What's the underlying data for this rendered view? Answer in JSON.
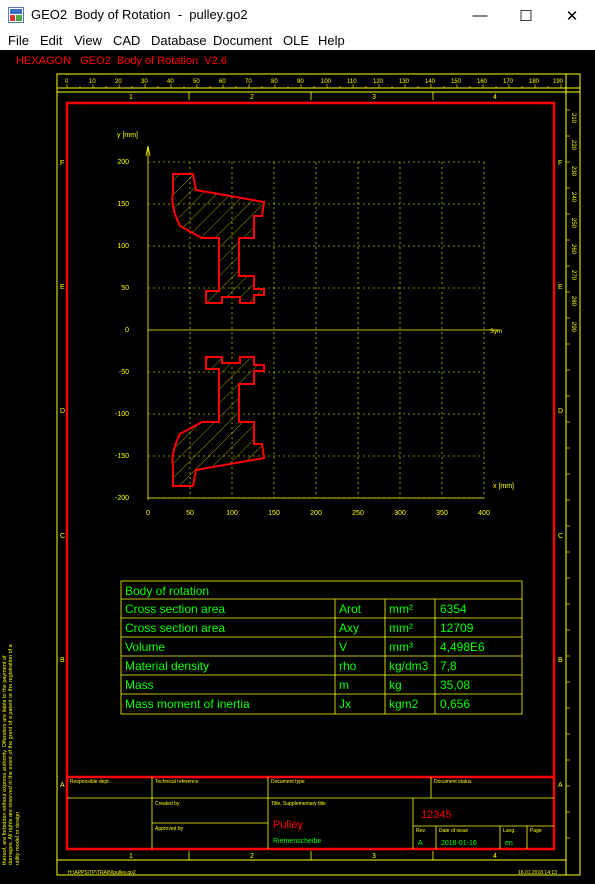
{
  "window": {
    "title": "GEO2  Body of Rotation  -  pulley.go2",
    "minimize": "—",
    "maximize": "☐",
    "close": "✕"
  },
  "menu": [
    "File",
    "Edit",
    "View",
    "CAD",
    "Database",
    "Document",
    "OLE",
    "Help"
  ],
  "drawing": {
    "header": "HEXAGON   GEO2  Body of Rotation  V2.6",
    "top_ruler": [
      "0",
      "10",
      "20",
      "30",
      "40",
      "50",
      "60",
      "70",
      "80",
      "90",
      "100",
      "110",
      "120",
      "130",
      "140",
      "150",
      "160",
      "170",
      "180",
      "190"
    ],
    "right_ruler": [
      "210",
      "220",
      "230",
      "240",
      "250",
      "260",
      "270",
      "280",
      "290"
    ],
    "zones_horizontal": [
      "1",
      "2",
      "3",
      "4"
    ],
    "zones_vertical": [
      "F",
      "E",
      "D",
      "C",
      "B",
      "A"
    ],
    "axis_y_label": "y [mm]",
    "axis_x_label": "x [mm]",
    "y_ticks": [
      "200",
      "150",
      "100",
      "50",
      "0",
      "-50",
      "-100",
      "-150",
      "-200"
    ],
    "x_ticks": [
      "0",
      "50",
      "100",
      "150",
      "200",
      "250",
      "300",
      "350",
      "400"
    ],
    "sym_label": "Sym"
  },
  "results": {
    "title": "Body of rotation",
    "rows": [
      [
        "Cross section area",
        "Arot",
        "mm²",
        "6354"
      ],
      [
        "Cross section area",
        "Axy",
        "mm²",
        "12709"
      ],
      [
        "Volume",
        "V",
        "mm³",
        "4,498E6"
      ],
      [
        "Material density",
        "rho",
        "kg/dm3",
        "7,8"
      ],
      [
        "Mass",
        "m",
        "kg",
        "35,08"
      ],
      [
        "Mass moment of inertia",
        "Jx",
        "kgm2",
        "0,656"
      ]
    ]
  },
  "title_block": {
    "responsible": "Responsible dept.",
    "tech_ref": "Technical reference",
    "doc_type": "Document type",
    "doc_status": "Document status",
    "created_by": "Created by",
    "approved_by": "Approved by",
    "title_label": "Title, Supplementary title",
    "number": "12345",
    "title": "Pulley",
    "subtitle": "Riemenscheibe",
    "rev_label": "Rev.",
    "rev": "A",
    "date_label": "Date of issue",
    "date": "2018-01-16",
    "lang_label": "Lang.",
    "lang": "en",
    "page_label": "Page"
  },
  "copyright": "Copying of this document and giving it to other and the use or communication of the contents thereof, are forbidden without express authority. Offenders are liable to the payment of damages. All rights are reserved in the event of the grant of a patent or the registration of a utility model or design",
  "footer": {
    "path": "H:\\APPS\\TP\\TRAIN\\pulley.go2",
    "timestamp": "16.01.2018 14:13"
  },
  "colors": {
    "background": "#000000",
    "frame": "#ff0000",
    "lines": "#ffff00",
    "text_green": "#00ff00"
  }
}
